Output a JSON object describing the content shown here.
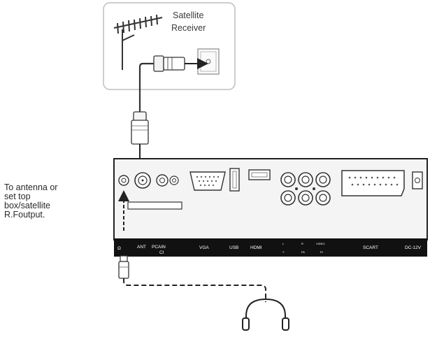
{
  "receiver_box": {
    "title_line1": "Satellite",
    "title_line2": "Receiver"
  },
  "caption": {
    "line1": "To antenna or",
    "line2": "set top",
    "line3": "box/satellite",
    "line4": "R.Foutput."
  },
  "panel": {
    "labels": {
      "headphone": "Ω",
      "ant": "ANT",
      "pcain": "PCAIN",
      "ci": "CI",
      "vga": "VGA",
      "usb": "USB",
      "hdmi": "HDMI",
      "l": "L",
      "r": "R",
      "video": "VIDEO",
      "y": "Y",
      "pb": "Pb",
      "pr": "Pr",
      "scart": "SCART",
      "dc": "DC-12V"
    }
  },
  "colors": {
    "stroke": "#333333",
    "strip": "#111111",
    "panel_bg": "#f4f4f4",
    "box_stroke": "#bdbdbd"
  }
}
